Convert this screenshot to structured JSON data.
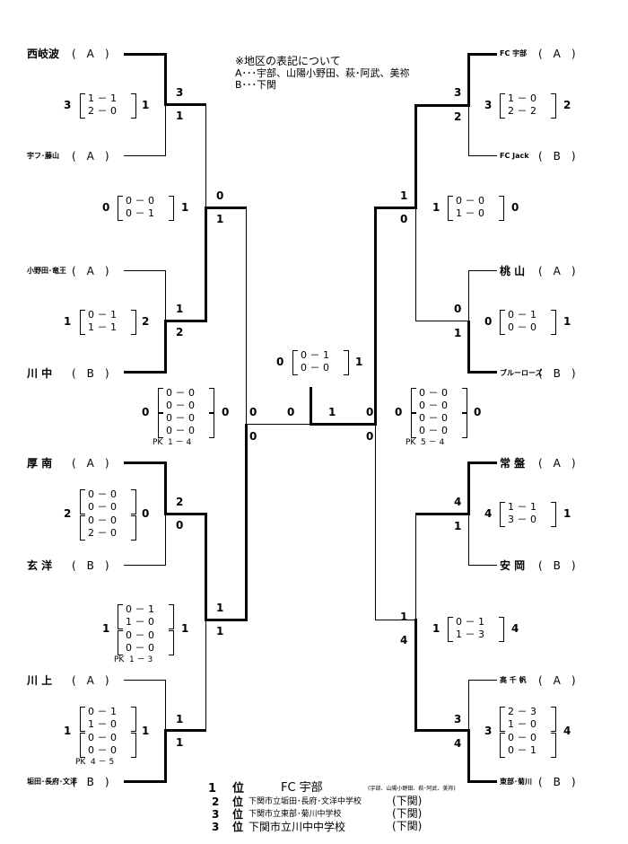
{
  "note": {
    "title": "※地区の表記について",
    "line1": "A･･･宇部、山陽小野田、萩･阿武、美祢",
    "line2": "B･･･下関"
  },
  "left_teams": [
    {
      "name": "西岐波",
      "area": "(　A　)"
    },
    {
      "name": "宇フ･藤山",
      "area": "(　A　)"
    },
    {
      "name": "小野田･竜王",
      "area": "(　A　)"
    },
    {
      "name": "川 中",
      "area": "(　B　)"
    },
    {
      "name": "厚 南",
      "area": "(　A　)"
    },
    {
      "name": "玄 洋",
      "area": "(　B　)"
    },
    {
      "name": "川 上",
      "area": "(　A　)"
    },
    {
      "name": "垢田･長府･文洋",
      "area": "(　B　)"
    }
  ],
  "right_teams": [
    {
      "name": "FC 宇部",
      "area": "(　A　)"
    },
    {
      "name": "FC Jack",
      "area": "(　B　)"
    },
    {
      "name": "桃 山",
      "area": "(　A　)"
    },
    {
      "name": "ブルーローズ",
      "area": "(　B　)"
    },
    {
      "name": "常 盤",
      "area": "(　A　)"
    },
    {
      "name": "安 岡",
      "area": "(　B　)"
    },
    {
      "name": "高 千 帆",
      "area": "(　A　)"
    },
    {
      "name": "東部･菊川",
      "area": "(　B　)"
    }
  ],
  "bracket_scores": {
    "l1a": "3",
    "l1b": "1",
    "l2a": "1",
    "l2b": "2",
    "l3a": "2",
    "l3b": "0",
    "l4a": "1",
    "l4b": "1",
    "lsf_a": "0",
    "lsf_b": "1",
    "lsf_c": "1",
    "lsf_d": "1",
    "lf_a": "0",
    "lf_b": "0",
    "r1a": "3",
    "r1b": "2",
    "r2a": "0",
    "r2b": "1",
    "r3a": "4",
    "r3b": "1",
    "r4a": "3",
    "r4b": "4",
    "rsf_a": "1",
    "rsf_b": "0",
    "rsf_c": "1",
    "rsf_d": "4",
    "rf_a": "0",
    "rf_b": "0",
    "final_a": "0",
    "final_b": "1"
  },
  "scores": {
    "m1": {
      "left": "3",
      "h1": "1 － 1",
      "h2": "2 － 0",
      "right": "1"
    },
    "m2": {
      "left": "1",
      "h1": "0 － 1",
      "h2": "1 － 1",
      "right": "2"
    },
    "m3": {
      "left": "2",
      "h1": "0 － 0",
      "h2": "0 － 0",
      "h3": "0 － 0",
      "h4": "2 － 0",
      "right": "0"
    },
    "m4": {
      "left": "1",
      "h1": "0 － 1",
      "h2": "1 － 0",
      "h3": "0 － 0",
      "h4": "0 － 0",
      "right": "1",
      "pk": "PK  4 － 5"
    },
    "lsf1": {
      "left": "0",
      "h1": "0 － 0",
      "h2": "0 － 1",
      "right": "1"
    },
    "lsf2": {
      "left": "1",
      "h1": "0 － 1",
      "h2": "1 － 0",
      "h3": "0 － 0",
      "h4": "0 － 0",
      "right": "1",
      "pk": "PK  1 － 3"
    },
    "lf": {
      "left": "0",
      "h1": "0 － 0",
      "h2": "0 － 0",
      "h3": "0 － 0",
      "h4": "0 － 0",
      "right": "0",
      "pk": "PK  1 － 4"
    },
    "final": {
      "left": "0",
      "h1": "0 － 1",
      "h2": "0 － 0",
      "right": "1"
    },
    "rf": {
      "left": "0",
      "h1": "0 － 0",
      "h2": "0 － 0",
      "h3": "0 － 0",
      "h4": "0 － 0",
      "right": "0",
      "pk": "PK  5 － 4"
    },
    "rsf1": {
      "left": "1",
      "h1": "0 － 0",
      "h2": "1 － 0",
      "right": "0"
    },
    "rsf2": {
      "left": "1",
      "h1": "0 － 1",
      "h2": "1 － 3",
      "right": "4"
    },
    "r1": {
      "left": "3",
      "h1": "1 － 0",
      "h2": "2 － 2",
      "right": "2"
    },
    "r2": {
      "left": "0",
      "h1": "0 － 1",
      "h2": "0 － 0",
      "right": "1"
    },
    "r3": {
      "left": "4",
      "h1": "1 － 1",
      "h2": "3 － 0",
      "right": "1"
    },
    "r4": {
      "left": "3",
      "h1": "2 － 3",
      "h2": "1 － 0",
      "h3": "0 － 0",
      "h4": "0 － 1",
      "right": "4"
    }
  },
  "results": [
    {
      "rank": "1",
      "label": "位",
      "team": "FC 宇部",
      "note": "(宇部、山陽小野田、萩･阿武、美祢)"
    },
    {
      "rank": "2",
      "label": "位",
      "team": "下関市立垢田･長府･文洋中学校",
      "note": "(下関)"
    },
    {
      "rank": "3",
      "label": "位",
      "team": "下関市立東部･菊川中学校",
      "note": "(下関)"
    },
    {
      "rank": "3",
      "label": "位",
      "team": "下関市立川中中学校",
      "note": "(下関)"
    }
  ]
}
